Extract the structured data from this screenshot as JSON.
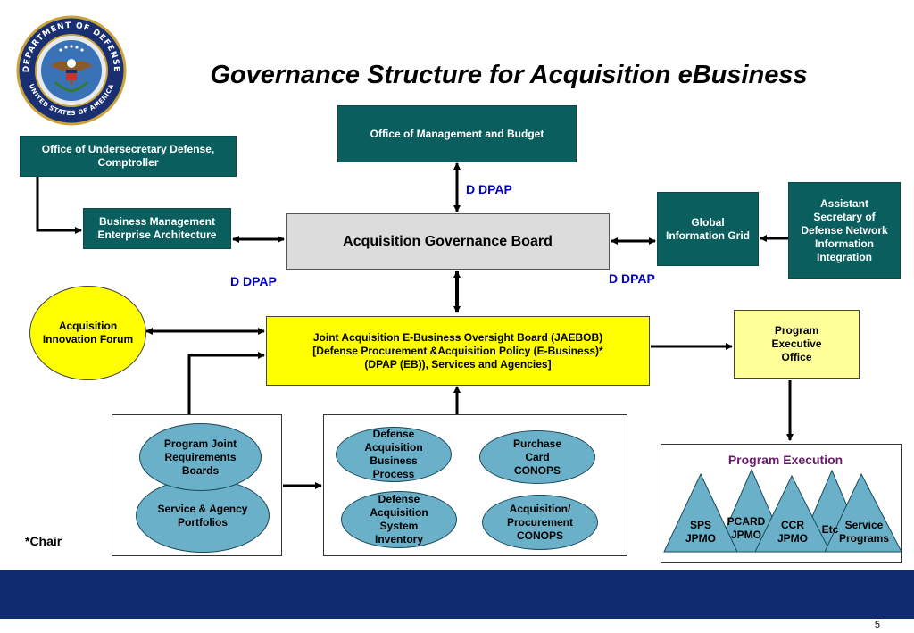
{
  "title": "Governance Structure for Acquisition eBusiness",
  "seal": {
    "icon": "dod-seal-icon",
    "top_text": "DEPARTMENT OF DEFENSE",
    "bottom_text": "UNITED STATES OF AMERICA"
  },
  "boxes": {
    "omb": "Office of Management and Budget",
    "usd_comptroller": "Office of Undersecretary Defense, Comptroller",
    "bmea": "Business Management Enterprise Architecture",
    "agb": "Acquisition Governance Board",
    "gig": "Global Information Grid",
    "asd_nii": "Assistant Secretary of Defense Network Information Integration",
    "aif": "Acquisition Innovation Forum",
    "jaebob": "Joint Acquisition E-Business Oversight Board (JAEBOB) [Defense Procurement &Acquisition Policy (E-Business)* (DPAP (EB)), Services and Agencies]",
    "peo": "Program Executive Office"
  },
  "labels": {
    "dpap_top": "D DPAP",
    "dpap_left": "D DPAP",
    "dpap_right": "D DPAP",
    "chair": "*Chair"
  },
  "left_panel": {
    "ellipse_top": "Program Joint Requirements Boards",
    "ellipse_bottom": "Service & Agency Portfolios"
  },
  "middle_panel": {
    "dabp": "Defense Acquisition Business Process",
    "purchase_card": "Purchase Card CONOPS",
    "dasi": "Defense Acquisition System Inventory",
    "acq_conops": "Acquisition/ Procurement CONOPS"
  },
  "program_execution": {
    "title": "Program Execution",
    "triangles": [
      "SPS JPMO",
      "PCARD JPMO",
      "CCR JPMO",
      "Etc",
      "Service Programs"
    ]
  },
  "colors": {
    "teal": "#0b5e5e",
    "yellow": "#ffff00",
    "light_yellow": "#ffff99",
    "ellipse_blue": "#6ab0c8",
    "footer_navy": "#0f2a6e",
    "label_blue": "#0000cc",
    "program_execution_title": "#6b1a6b"
  },
  "footer": {
    "page_number": "5"
  }
}
